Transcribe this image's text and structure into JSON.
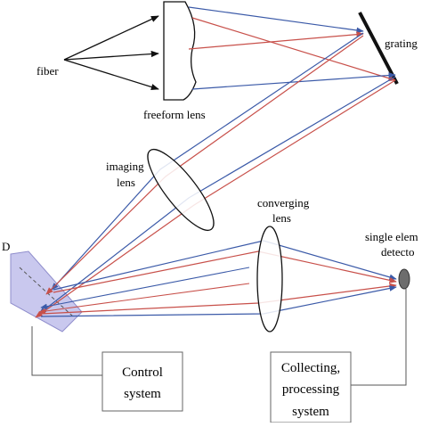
{
  "diagram": {
    "labels": {
      "fiber": "fiber",
      "freeform_lens": "freeform lens",
      "grating": "grating",
      "imaging_lens_1": "imaging",
      "imaging_lens_2": "lens",
      "converging_lens_1": "converging",
      "converging_lens_2": "lens",
      "detector_1": "single elem",
      "detector_2": "detecto",
      "dmd": "D"
    },
    "boxes": {
      "control_1": "Control",
      "control_2": "system",
      "collect_1": "Collecting,",
      "collect_2": "processing",
      "collect_3": "system"
    },
    "colors": {
      "blue_ray": "#3b5aa8",
      "red_ray": "#c8504a",
      "dmd_fill": "#c9c8ee",
      "dmd_stroke": "#8f8dcc",
      "detector": "#6d6d6d",
      "grating": "#111111"
    }
  }
}
